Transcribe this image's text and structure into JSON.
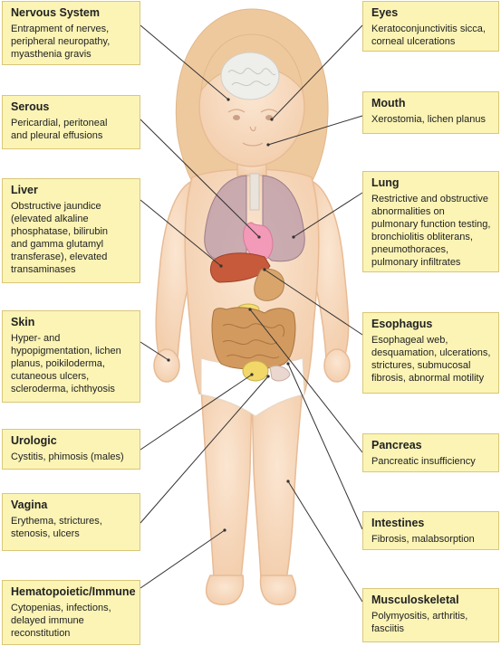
{
  "callouts": {
    "nervous_system": {
      "title": "Nervous System",
      "text": "Entrapment of nerves,\nperipheral neuropathy,\nmyasthenia gravis"
    },
    "serous": {
      "title": "Serous",
      "text": "Pericardial, peritoneal\nand pleural effusions"
    },
    "liver": {
      "title": "Liver",
      "text": "Obstructive jaundice\n(elevated alkaline\nphosphatase, bilirubin\nand gamma glutamyl\ntransferase), elevated\ntransaminases"
    },
    "skin": {
      "title": "Skin",
      "text": "Hyper- and\nhypopigmentation, lichen\nplanus, poikiloderma,\ncutaneous ulcers,\nscleroderma, ichthyosis"
    },
    "urologic": {
      "title": "Urologic",
      "text": "Cystitis, phimosis (males)"
    },
    "vagina": {
      "title": "Vagina",
      "text": "Erythema, strictures,\nstenosis, ulcers"
    },
    "hematopoietic": {
      "title": "Hematopoietic/Immune",
      "text": "Cytopenias, infections,\ndelayed immune\nreconstitution"
    },
    "eyes": {
      "title": "Eyes",
      "text": "Keratoconjunctivitis sicca,\ncorneal ulcerations"
    },
    "mouth": {
      "title": "Mouth",
      "text": "Xerostomia, lichen planus"
    },
    "lung": {
      "title": "Lung",
      "text": "Restrictive and obstructive\nabnormalities on\npulmonary function testing,\nbronchiolitis obliterans,\npneumothoraces,\npulmonary infiltrates"
    },
    "esophagus": {
      "title": "Esophagus",
      "text": "Esophageal web,\ndesquamation, ulcerations,\nstrictures, submucosal\nfibrosis, abnormal motility"
    },
    "pancreas": {
      "title": "Pancreas",
      "text": "Pancreatic insufficiency"
    },
    "intestines": {
      "title": "Intestines",
      "text": "Fibrosis, malabsorption"
    },
    "musculoskeletal": {
      "title": "Musculoskeletal",
      "text": "Polymyositis, arthritis,\nfasciitis"
    }
  }
}
